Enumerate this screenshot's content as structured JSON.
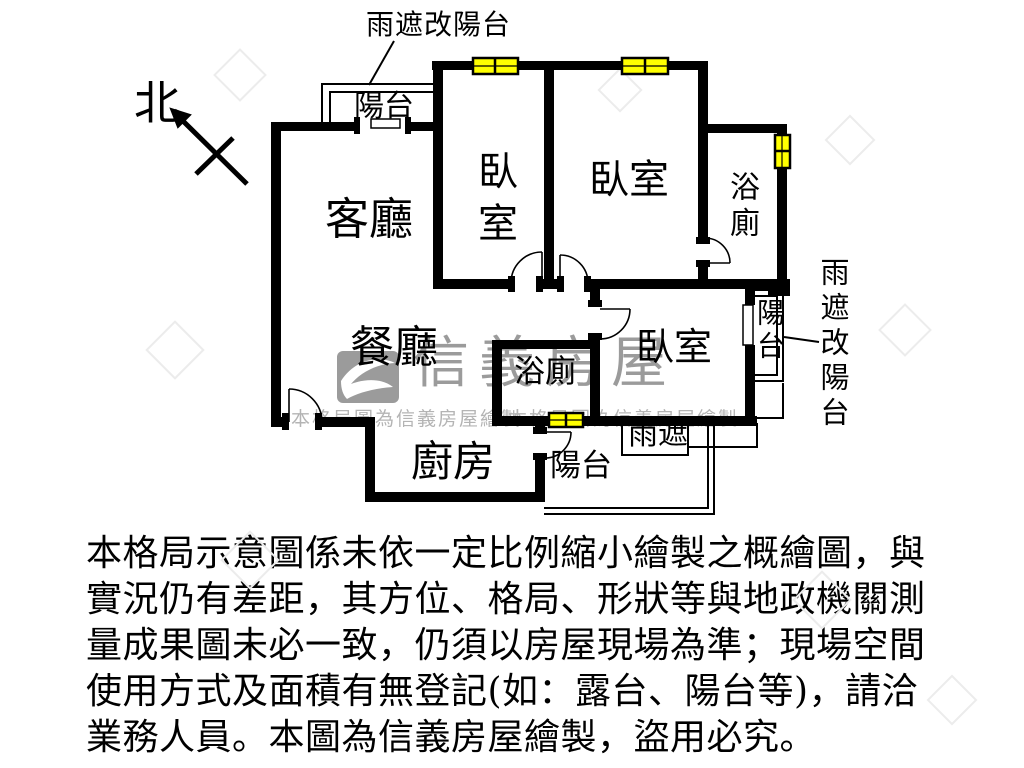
{
  "plan": {
    "north_label": "北",
    "top_annotation": "雨遮改陽台",
    "right_annotation": "雨遮改陽台",
    "rooms": {
      "living_room": "客廳",
      "dining_room": "餐廳",
      "kitchen": "廚房",
      "bedroom_top_left": "臥室",
      "bedroom_top_middle": "臥室",
      "bedroom_bottom_right": "臥室",
      "bathroom_top_right": "浴廁",
      "bathroom_center": "浴廁",
      "balcony_top": "陽台",
      "balcony_right": "陽台",
      "balcony_bottom": "陽台",
      "rain_canopy": "雨遮"
    },
    "colors": {
      "wall": "#000000",
      "window_fill": "#ffff00",
      "watermark_gray": "#9b9b9b",
      "watermark_light": "#b4b4b4"
    }
  },
  "watermark": {
    "brand_large": "信義房屋",
    "brand_note": "本格局圖為信義房屋繪製",
    "logo": "sinyi-logo"
  },
  "disclaimer": {
    "lines": [
      "本格局示意圖係未依一定比例縮小繪製之概繪圖，與",
      "實況仍有差距，其方位、格局、形狀等與地政機關測",
      "量成果圖未必一致，仍須以房屋現場為準；現場空間",
      "使用方式及面積有無登記(如：露台、陽台等)，請洽",
      "業務人員。本圖為信義房屋繪製，盜用必究。"
    ]
  }
}
